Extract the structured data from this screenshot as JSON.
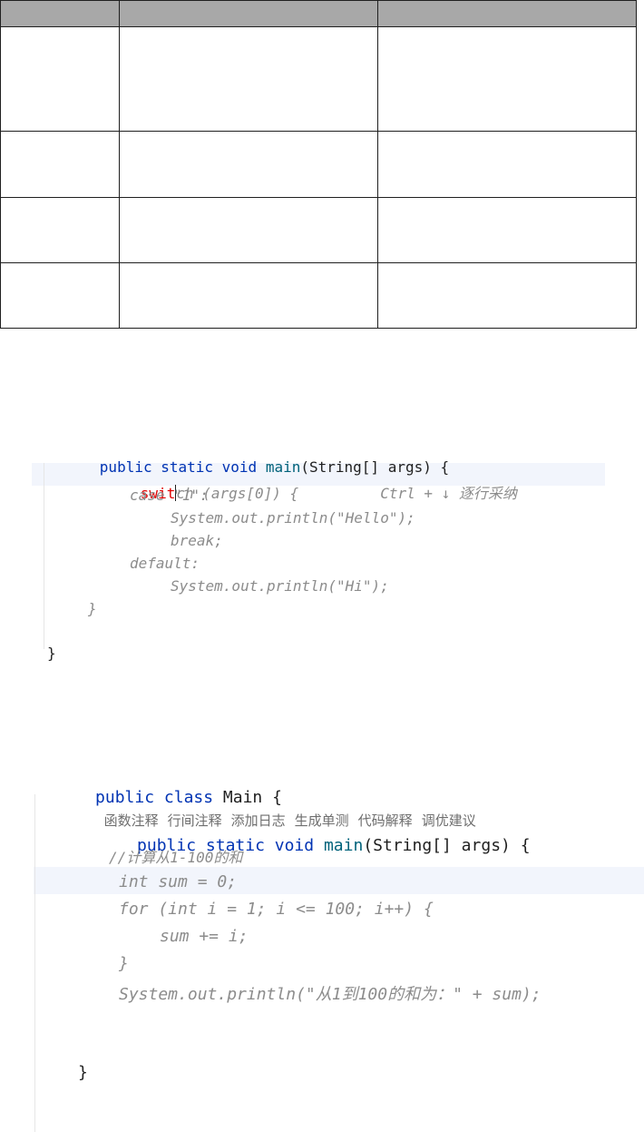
{
  "table": {
    "header": [
      "",
      "",
      ""
    ],
    "rows": [
      [
        "",
        "",
        ""
      ],
      [
        "",
        "",
        ""
      ],
      [
        "",
        "",
        ""
      ],
      [
        "",
        "",
        ""
      ]
    ]
  },
  "snippet1": {
    "line1": {
      "kw": "public static void",
      "fn": "main",
      "rest": "(String[] args) {"
    },
    "typed": "swit",
    "ghost_rest": "ch (args[0]) {",
    "hint_keys": "Ctrl + ↓",
    "hint_label": "逐行采纳",
    "line3": "case \"1\":",
    "line4": "System.out.println(\"Hello\");",
    "line5": "break;",
    "line6": "default:",
    "line7": "System.out.println(\"Hi\");",
    "line8": "}",
    "line9": "}"
  },
  "snippet2": {
    "line1_kw": "public class",
    "line1_rest": "Main {",
    "actions": [
      "函数注释",
      "行间注释",
      "添加日志",
      "生成单测",
      "代码解释",
      "调优建议"
    ],
    "line3": {
      "kw": "public static void",
      "fn": "main",
      "rest": "(String[] args) {"
    },
    "comment": "//计算从1-100的和",
    "line5": "int sum = 0;",
    "line6": "for (int i = 1; i <= 100; i++) {",
    "line7": "sum += i;",
    "line8": "}",
    "line9": "System.out.println(\"从1到100的和为：\" + sum);",
    "line10": "}"
  }
}
